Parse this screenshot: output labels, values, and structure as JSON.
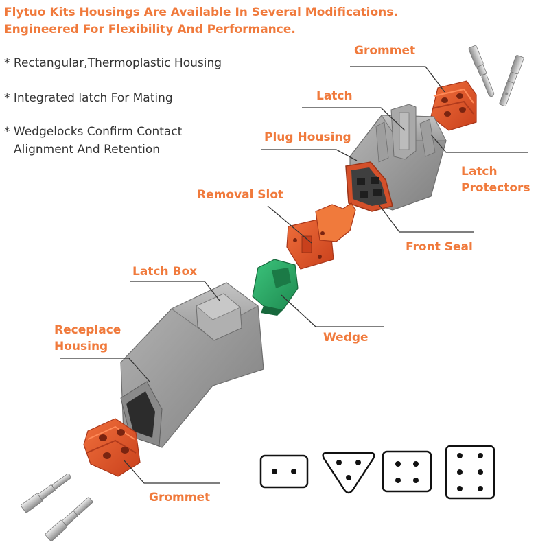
{
  "headline": {
    "line1": "Flytuo Kits Housings Are Available In Several Modifications.",
    "line2": "Engineered For Flexibility And Performance."
  },
  "features": [
    "* Rectangular,Thermoplastic Housing",
    "* Integrated latch For Mating",
    "* Wedgelocks Confirm Contact",
    "Alignment And Retention"
  ],
  "labels": {
    "grommet_top": "Grommet",
    "latch": "Latch",
    "plug_housing": "Plug Housing",
    "latch_protectors_1": "Latch",
    "latch_protectors_2": "Protectors",
    "removal_slot": "Removal Slot",
    "front_seal": "Front Seal",
    "latch_box": "Latch Box",
    "wedge": "Wedge",
    "receptacle_housing_1": "Receplace",
    "receptacle_housing_2": "Housing",
    "grommet_bottom": "Grommet"
  },
  "colors": {
    "accent": "#f07a3c",
    "housing_gray": "#9a9a9a",
    "seal_orange": "#e0522a",
    "wedge_green": "#2fae6a",
    "leader_line": "#333333"
  },
  "pin_layouts": [
    "2-pin",
    "3-pin",
    "4-pin",
    "6-pin"
  ]
}
